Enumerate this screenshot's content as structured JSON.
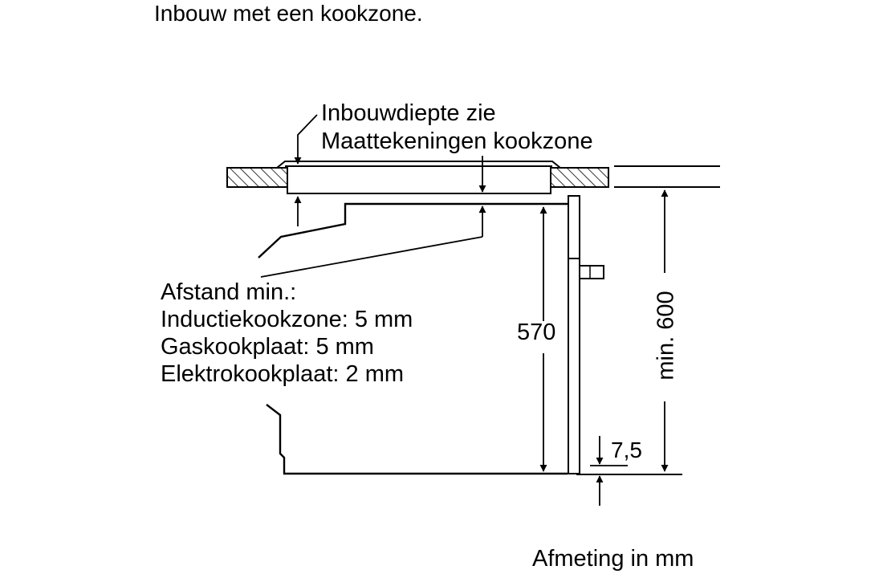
{
  "title": "Inbouw met een kookzone.",
  "depth_note": {
    "lines": [
      "Inbouwdiepte zie",
      "Maattekeningen kookzone"
    ]
  },
  "distance_note": {
    "lines": [
      "Afstand min.:",
      "Inductiekookzone: 5 mm",
      "Gaskookplaat: 5 mm",
      "Elektrokookplaat: 2 mm"
    ]
  },
  "dimensions": {
    "height_570": "570",
    "height_min_600": "min. 600",
    "gap_7_5": "7,5"
  },
  "units_note": "Afmeting in mm",
  "colors": {
    "line": "#000000",
    "hatch_fill": "#ffffff"
  }
}
